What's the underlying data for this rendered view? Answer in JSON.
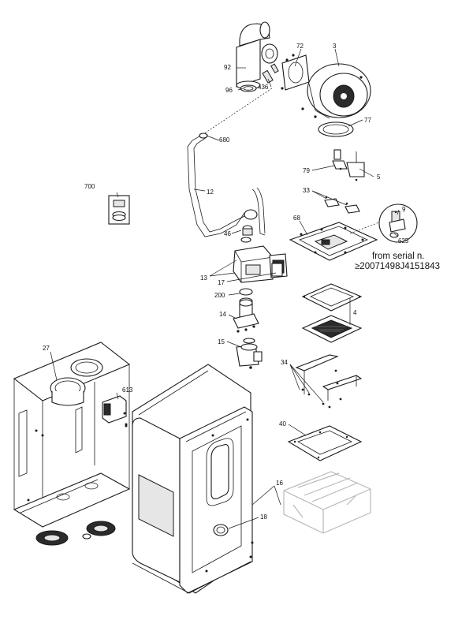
{
  "callouts": {
    "c3": "3",
    "c4": "4",
    "c5": "5",
    "c9": "9",
    "c12": "12",
    "c13": "13",
    "c14": "14",
    "c15": "15",
    "c16": "16",
    "c17": "17",
    "c18": "18",
    "c27": "27",
    "c33": "33",
    "c34": "34",
    "c40": "40",
    "c46": "46",
    "c68": "68",
    "c72": "72",
    "c77": "77",
    "c79": "79",
    "c92": "92",
    "c96": "96",
    "c200": "200",
    "c436": "436",
    "c613": "613",
    "c625": "625",
    "c680": "680",
    "c700": "700"
  },
  "notes": {
    "serial_line1": "from serial n.",
    "serial_line2": "≥20071498J4151843"
  }
}
